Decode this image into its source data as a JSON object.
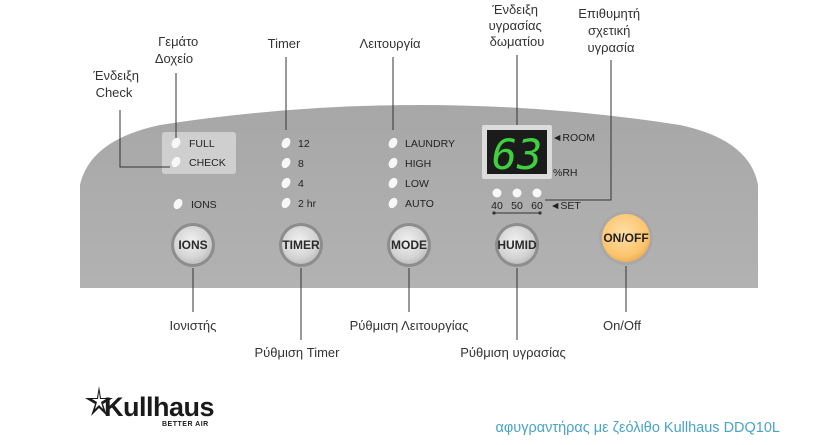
{
  "callouts": {
    "check_indicator": [
      "Ένδειξη",
      "Check"
    ],
    "full_tank": [
      "Γεμάτο",
      "Δοχείο"
    ],
    "timer": "Timer",
    "mode": "Λειτουργία",
    "room_humidity": [
      "Ένδειξη",
      "υγρασίας",
      "δωματίου"
    ],
    "target_humidity": [
      "Επιθυμητή",
      "σχετική",
      "υγρασία"
    ],
    "ionizer": "Ιονιστής",
    "timer_setting": "Ρύθμιση Timer",
    "mode_setting": "Ρύθμιση Λειτουργίας",
    "humidity_setting": "Ρύθμιση υγρασίας",
    "on_off": "On/Off"
  },
  "panel": {
    "tank_indicators": [
      "FULL",
      "CHECK"
    ],
    "ions_indicator": "IONS",
    "timer_options": [
      "12",
      "8",
      "4",
      "2 hr"
    ],
    "mode_options": [
      "LAUNDRY",
      "HIGH",
      "LOW",
      "AUTO"
    ],
    "display": {
      "value": "63",
      "room_label": "◄ROOM",
      "unit_label": "%RH",
      "color": "#3fcf3f"
    },
    "humidity_levels": [
      "40",
      "50",
      "60"
    ],
    "set_label": "◄SET"
  },
  "buttons": {
    "ions": "IONS",
    "timer": "TIMER",
    "mode": "MODE",
    "humid": "HUMID",
    "onoff": "ON/OFF"
  },
  "brand": {
    "name": "Kullhaus",
    "tagline": "BETTER AIR"
  },
  "caption": "αφυγραντήρας με ζεόλιθο Kullhaus DDQ10L",
  "colors": {
    "panel": "#aaaaaa",
    "button": "#d6d6d6",
    "onoff_button": "#fbc46e",
    "display_bg": "#1b1b1b",
    "caption": "#4aa3c8"
  }
}
